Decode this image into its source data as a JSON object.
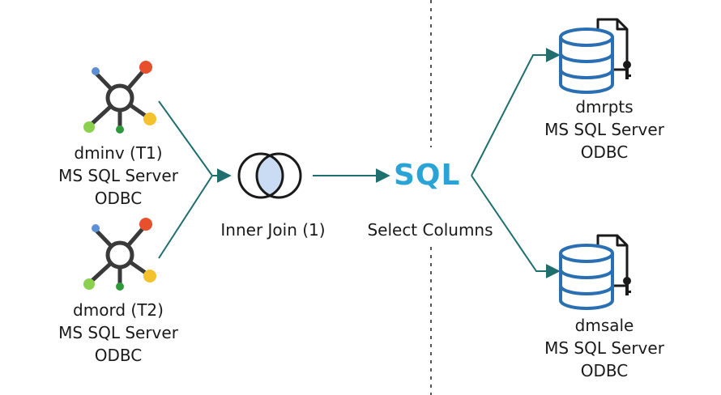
{
  "nodes": {
    "source1": {
      "name": "dminv (T1)",
      "db": "MS SQL Server",
      "driver": "ODBC"
    },
    "source2": {
      "name": "dmord (T2)",
      "db": "MS SQL Server",
      "driver": "ODBC"
    },
    "join": {
      "label": "Inner Join (1)"
    },
    "select": {
      "icon_text": "SQL",
      "label": "Select Columns"
    },
    "target1": {
      "name": "dmrpts",
      "db": "MS SQL Server",
      "driver": "ODBC"
    },
    "target2": {
      "name": "dmsale",
      "db": "MS SQL Server",
      "driver": "ODBC"
    }
  },
  "colors": {
    "connector": "#1f6f6e",
    "db_blue": "#2b6fb3",
    "sql_blue": "#2aa3d6",
    "hub_dark": "#3a3a3a",
    "node_orange": "#e84f2d",
    "node_yellow": "#f3c22c",
    "node_green": "#8bd14f",
    "node_dark_green": "#2f9a3a",
    "node_blue": "#5b8fd6",
    "join_fill": "#c9dcf3"
  }
}
